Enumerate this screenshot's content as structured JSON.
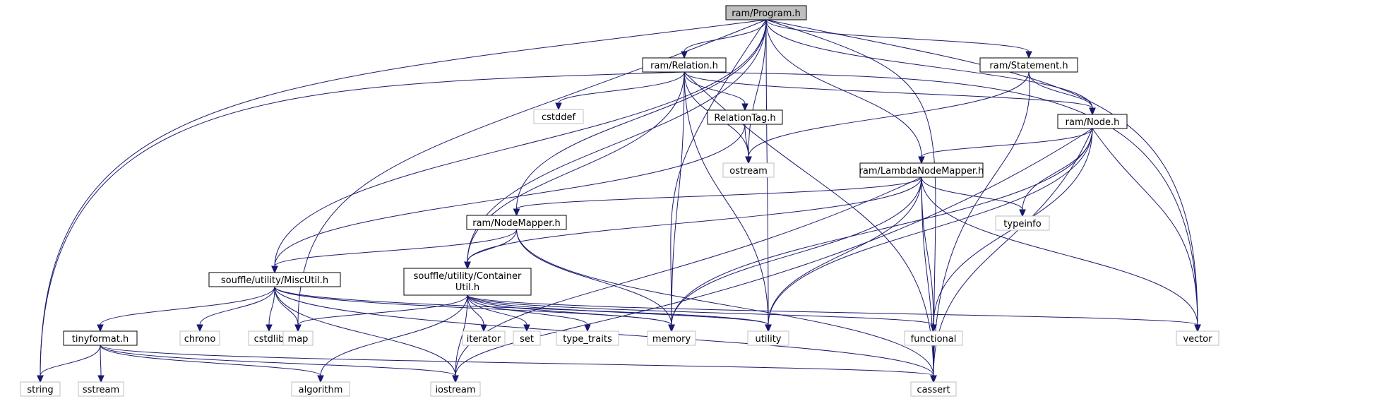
{
  "colors": {
    "edge": "#191970",
    "root_fill": "#bfbfbf",
    "node_border": "#000000",
    "external_border": "#bfbfbf",
    "background": "#ffffff"
  },
  "nodes": {
    "program": {
      "label": "ram/Program.h",
      "kind": "root"
    },
    "relation": {
      "label": "ram/Relation.h",
      "kind": "header"
    },
    "statement": {
      "label": "ram/Statement.h",
      "kind": "header"
    },
    "node": {
      "label": "ram/Node.h",
      "kind": "header"
    },
    "relationtag": {
      "label": "RelationTag.h",
      "kind": "header"
    },
    "lambdanodemapper": {
      "label": "ram/LambdaNodeMapper.h",
      "kind": "header"
    },
    "nodemapper": {
      "label": "ram/NodeMapper.h",
      "kind": "header"
    },
    "miscutil": {
      "label": "souffle/utility/MiscUtil.h",
      "kind": "header"
    },
    "containerutil": {
      "label": "souffle/utility/Container",
      "label2": "Util.h",
      "kind": "header"
    },
    "tinyformat": {
      "label": "tinyformat.h",
      "kind": "header"
    },
    "cstddef": {
      "label": "cstddef",
      "kind": "external"
    },
    "ostream": {
      "label": "ostream",
      "kind": "external"
    },
    "typeinfo": {
      "label": "typeinfo",
      "kind": "external"
    },
    "chrono": {
      "label": "chrono",
      "kind": "external"
    },
    "cstdlib": {
      "label": "cstdlib",
      "kind": "external"
    },
    "map": {
      "label": "map",
      "kind": "external"
    },
    "iterator": {
      "label": "iterator",
      "kind": "external"
    },
    "set": {
      "label": "set",
      "kind": "external"
    },
    "type_traits": {
      "label": "type_traits",
      "kind": "external"
    },
    "memory": {
      "label": "memory",
      "kind": "external"
    },
    "utility": {
      "label": "utility",
      "kind": "external"
    },
    "functional": {
      "label": "functional",
      "kind": "external"
    },
    "vector": {
      "label": "vector",
      "kind": "external"
    },
    "string": {
      "label": "string",
      "kind": "external"
    },
    "sstream": {
      "label": "sstream",
      "kind": "external"
    },
    "algorithm": {
      "label": "algorithm",
      "kind": "external"
    },
    "iostream": {
      "label": "iostream",
      "kind": "external"
    },
    "cassert": {
      "label": "cassert",
      "kind": "external"
    }
  },
  "edges": [
    [
      "program",
      "relation"
    ],
    [
      "program",
      "statement"
    ],
    [
      "program",
      "node"
    ],
    [
      "program",
      "lambdanodemapper"
    ],
    [
      "program",
      "nodemapper"
    ],
    [
      "program",
      "miscutil"
    ],
    [
      "program",
      "containerutil"
    ],
    [
      "program",
      "string"
    ],
    [
      "program",
      "map"
    ],
    [
      "program",
      "memory"
    ],
    [
      "program",
      "utility"
    ],
    [
      "program",
      "ostream"
    ],
    [
      "program",
      "vector"
    ],
    [
      "program",
      "cassert"
    ],
    [
      "relation",
      "cstddef"
    ],
    [
      "relation",
      "relationtag"
    ],
    [
      "relation",
      "ostream"
    ],
    [
      "relation",
      "node"
    ],
    [
      "relation",
      "string"
    ],
    [
      "relation",
      "containerutil"
    ],
    [
      "relation",
      "memory"
    ],
    [
      "relation",
      "utility"
    ],
    [
      "relation",
      "cassert"
    ],
    [
      "relation",
      "vector"
    ],
    [
      "statement",
      "node"
    ],
    [
      "statement",
      "ostream"
    ],
    [
      "statement",
      "cassert"
    ],
    [
      "node",
      "lambdanodemapper"
    ],
    [
      "node",
      "typeinfo"
    ],
    [
      "node",
      "memory"
    ],
    [
      "node",
      "utility"
    ],
    [
      "node",
      "functional"
    ],
    [
      "node",
      "vector"
    ],
    [
      "node",
      "cassert"
    ],
    [
      "node",
      "iostream"
    ],
    [
      "relationtag",
      "ostream"
    ],
    [
      "relationtag",
      "miscutil"
    ],
    [
      "lambdanodemapper",
      "nodemapper"
    ],
    [
      "lambdanodemapper",
      "typeinfo"
    ],
    [
      "lambdanodemapper",
      "containerutil"
    ],
    [
      "lambdanodemapper",
      "memory"
    ],
    [
      "lambdanodemapper",
      "utility"
    ],
    [
      "lambdanodemapper",
      "functional"
    ],
    [
      "lambdanodemapper",
      "vector"
    ],
    [
      "lambdanodemapper",
      "cassert"
    ],
    [
      "lambdanodemapper",
      "iostream"
    ],
    [
      "nodemapper",
      "miscutil"
    ],
    [
      "nodemapper",
      "containerutil"
    ],
    [
      "nodemapper",
      "memory"
    ],
    [
      "nodemapper",
      "cassert"
    ],
    [
      "miscutil",
      "tinyformat"
    ],
    [
      "miscutil",
      "chrono"
    ],
    [
      "miscutil",
      "cstdlib"
    ],
    [
      "miscutil",
      "map"
    ],
    [
      "miscutil",
      "memory"
    ],
    [
      "miscutil",
      "utility"
    ],
    [
      "miscutil",
      "iostream"
    ],
    [
      "miscutil",
      "cassert"
    ],
    [
      "containerutil",
      "map"
    ],
    [
      "containerutil",
      "iterator"
    ],
    [
      "containerutil",
      "set"
    ],
    [
      "containerutil",
      "type_traits"
    ],
    [
      "containerutil",
      "memory"
    ],
    [
      "containerutil",
      "utility"
    ],
    [
      "containerutil",
      "functional"
    ],
    [
      "containerutil",
      "vector"
    ],
    [
      "containerutil",
      "algorithm"
    ],
    [
      "containerutil",
      "iostream"
    ],
    [
      "tinyformat",
      "string"
    ],
    [
      "tinyformat",
      "sstream"
    ],
    [
      "tinyformat",
      "algorithm"
    ],
    [
      "tinyformat",
      "iostream"
    ],
    [
      "tinyformat",
      "cassert"
    ]
  ]
}
